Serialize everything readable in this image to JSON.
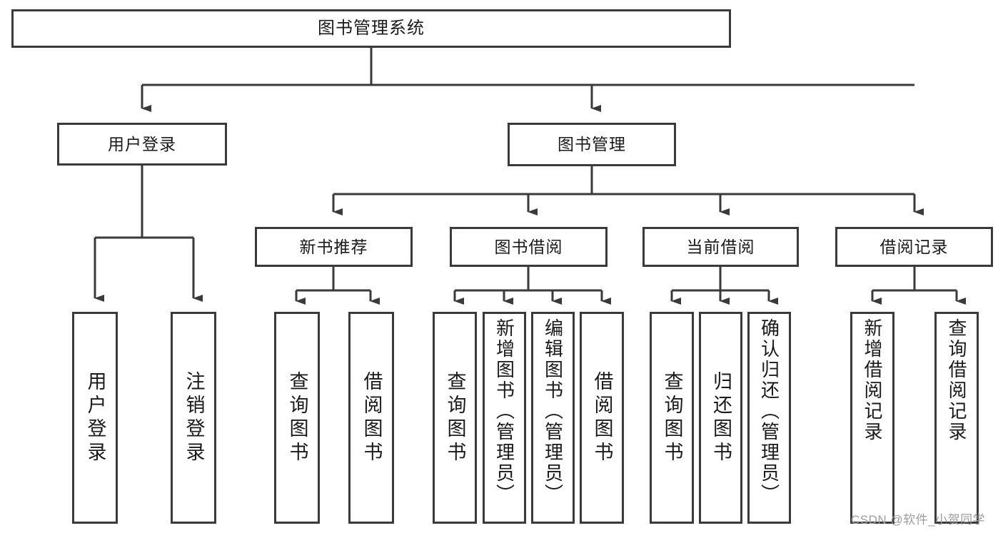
{
  "diagram": {
    "title": "图书管理系统",
    "type": "hierarchy-tree",
    "watermark": "CSDN @软件_小贺同学",
    "colors": {
      "box_border": "#3a3a3a",
      "box_fill": "#ffffff",
      "connector": "#3a3a3a",
      "text": "#1a1a1a",
      "watermark": "#9d9d9d"
    },
    "root": {
      "label": "图书管理系统"
    },
    "level2": [
      {
        "label": "用户登录"
      },
      {
        "label": "图书管理"
      }
    ],
    "level3": [
      {
        "label": "新书推荐"
      },
      {
        "label": "图书借阅"
      },
      {
        "label": "当前借阅"
      },
      {
        "label": "借阅记录"
      }
    ],
    "leaves": {
      "user_login": [
        {
          "label": "用户登录"
        },
        {
          "label": "注销登录"
        }
      ],
      "new_book_recommend": [
        {
          "label": "查询图书"
        },
        {
          "label": "借阅图书"
        }
      ],
      "book_borrow": [
        {
          "label": "查询图书"
        },
        {
          "label": "新增图书（管理员）"
        },
        {
          "label": "编辑图书（管理员）"
        },
        {
          "label": "借阅图书"
        }
      ],
      "current_borrow": [
        {
          "label": "查询图书"
        },
        {
          "label": "归还图书"
        },
        {
          "label": "确认归还（管理员）"
        }
      ],
      "borrow_record": [
        {
          "label": "新增借阅记录"
        },
        {
          "label": "查询借阅记录"
        }
      ]
    }
  }
}
